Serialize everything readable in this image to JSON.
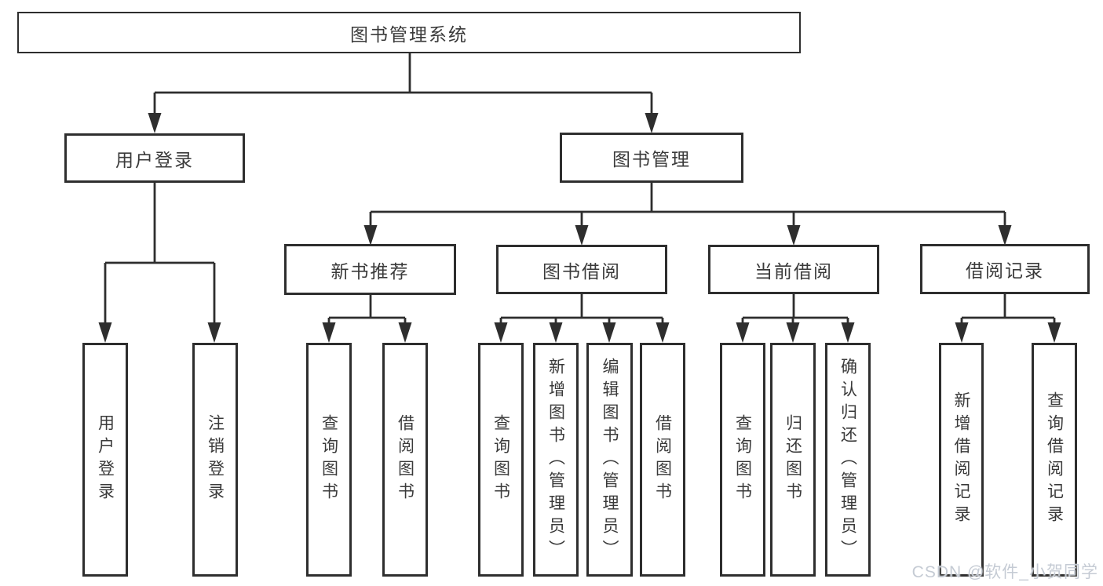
{
  "diagram": {
    "nodes": {
      "root": "图书管理系统",
      "branches": [
        {
          "label": "用户登录",
          "leaves": [
            "用户登录",
            "注销登录"
          ]
        },
        {
          "label": "图书管理",
          "groups": [
            {
              "label": "新书推荐",
              "leaves": [
                "查询图书",
                "借阅图书"
              ]
            },
            {
              "label": "图书借阅",
              "leaves": [
                "查询图书",
                "新增图书（管理员）",
                "编辑图书（管理员）",
                "借阅图书"
              ]
            },
            {
              "label": "当前借阅",
              "leaves": [
                "查询图书",
                "归还图书",
                "确认归还（管理员）"
              ]
            },
            {
              "label": "借阅记录",
              "leaves": [
                "新增借阅记录",
                "查询借阅记录"
              ]
            }
          ]
        }
      ]
    },
    "colors": {
      "box_border": "#2e2e2e",
      "connector_line": "#2e2e2e",
      "text": "#3a3a3a",
      "background": "#ffffff",
      "watermark": "#c5cbd4"
    }
  },
  "watermark": {
    "text": "CSDN @软件_小贺同学"
  }
}
